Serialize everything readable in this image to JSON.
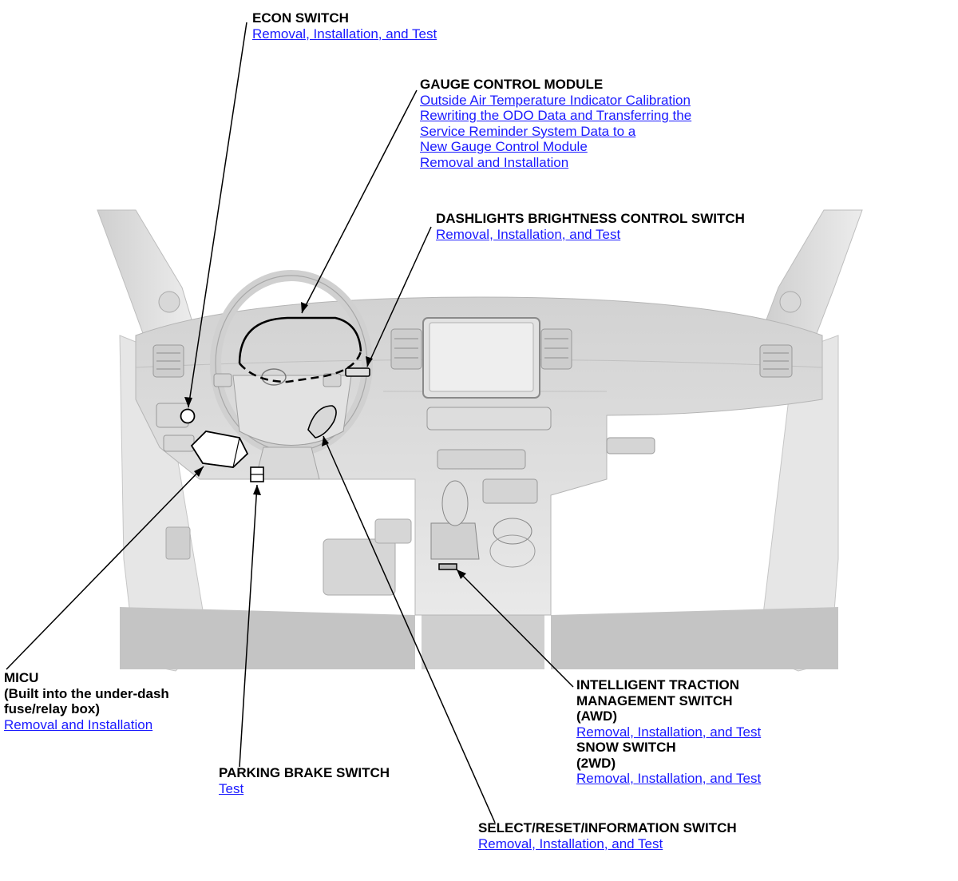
{
  "colors": {
    "link": "#1a1aff",
    "text": "#000000",
    "vehicle_shade": "#dcdcdc",
    "floor_shade": "#c4c4c4"
  },
  "callouts": {
    "econ": {
      "title": "ECON SWITCH",
      "links": [
        "Removal, Installation, and Test"
      ]
    },
    "gauge": {
      "title": "GAUGE CONTROL MODULE",
      "links": [
        "Outside Air Temperature Indicator Calibration",
        "Rewriting the ODO Data and Transferring the",
        "Service Reminder System Data to a",
        "New Gauge Control Module",
        "Removal and Installation"
      ]
    },
    "dashlights": {
      "title": "DASHLIGHTS BRIGHTNESS CONTROL SWITCH",
      "links": [
        "Removal, Installation, and Test"
      ]
    },
    "micu": {
      "title_lines": [
        "MICU",
        "(Built into the under-dash",
        "fuse/relay box)"
      ],
      "links": [
        "Removal and Installation"
      ]
    },
    "parking": {
      "title": "PARKING BRAKE SWITCH",
      "links": [
        "Test"
      ]
    },
    "itm": {
      "title_lines": [
        "INTELLIGENT TRACTION",
        "MANAGEMENT SWITCH",
        "(AWD)"
      ],
      "link": "Removal, Installation, and Test",
      "snow_title_lines": [
        "SNOW SWITCH",
        "(2WD)"
      ],
      "snow_link": "Removal, Installation, and Test"
    },
    "select": {
      "title": "SELECT/RESET/INFORMATION SWITCH",
      "links": [
        "Removal, Installation, and Test"
      ]
    }
  }
}
